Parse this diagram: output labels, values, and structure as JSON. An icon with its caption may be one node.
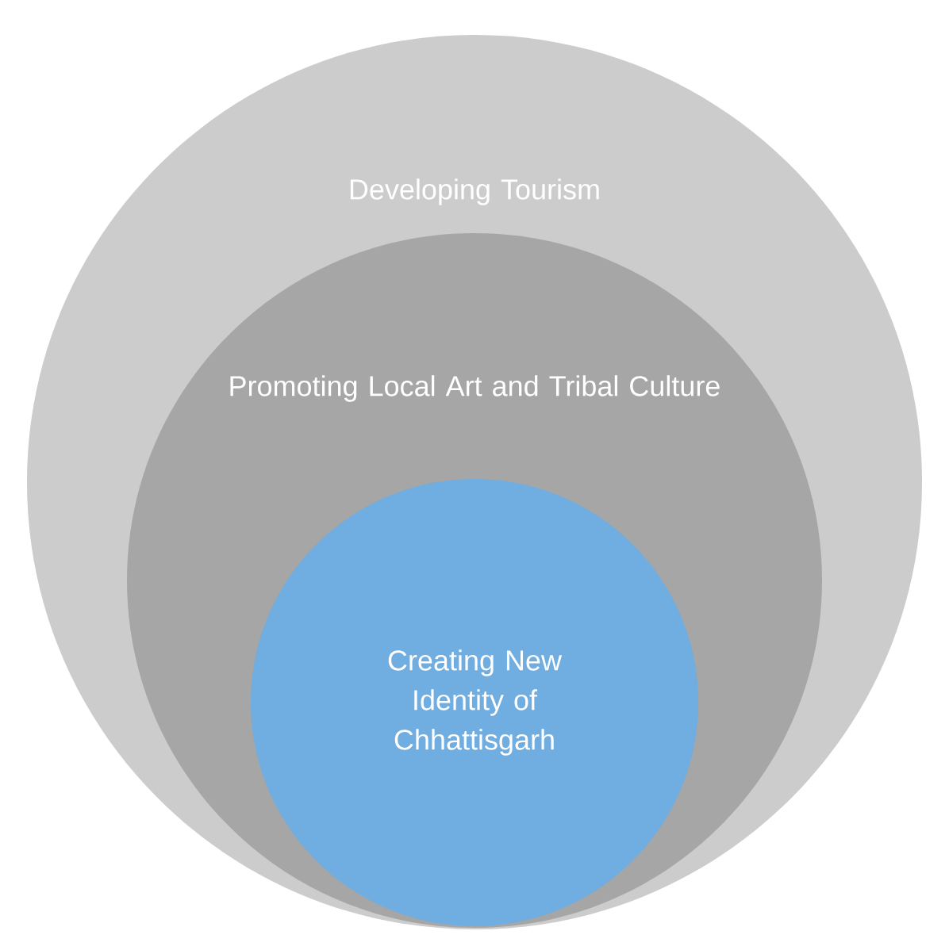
{
  "diagram": {
    "nodes": [
      {
        "text": [
          "Developing Tourism"
        ]
      },
      {
        "text": [
          "Promoting Local Art and Tribal Culture"
        ],
        "in": 0
      },
      {
        "text": [
          "Creating New Identity of Chhattisgarh"
        ],
        "in": 1
      }
    ]
  }
}
